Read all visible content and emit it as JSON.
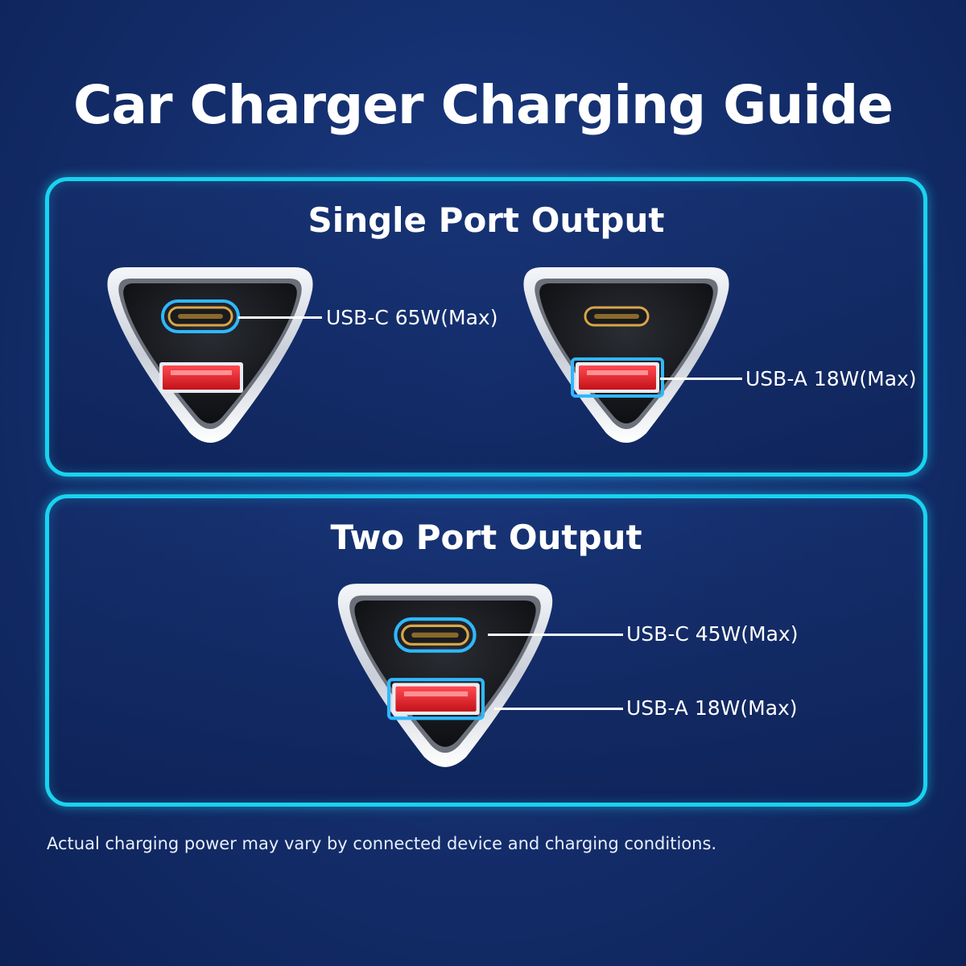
{
  "title": "Car Charger Charging Guide",
  "colors": {
    "accent": "#19d3f0",
    "background": "#15306f",
    "usb_a_port": "#e8202a",
    "usb_c_highlight": "#2fb8ff"
  },
  "single_port": {
    "heading": "Single Port Output",
    "left_label": "USB-C 65W(Max)",
    "right_label": "USB-A 18W(Max)"
  },
  "two_port": {
    "heading": "Two Port Output",
    "usb_c_label": "USB-C 45W(Max)",
    "usb_a_label": "USB-A 18W(Max)"
  },
  "footnote": "Actual charging power may vary by connected device and charging conditions.",
  "icons": [
    "car-charger-icon",
    "usb-c-port-icon",
    "usb-a-port-icon"
  ]
}
